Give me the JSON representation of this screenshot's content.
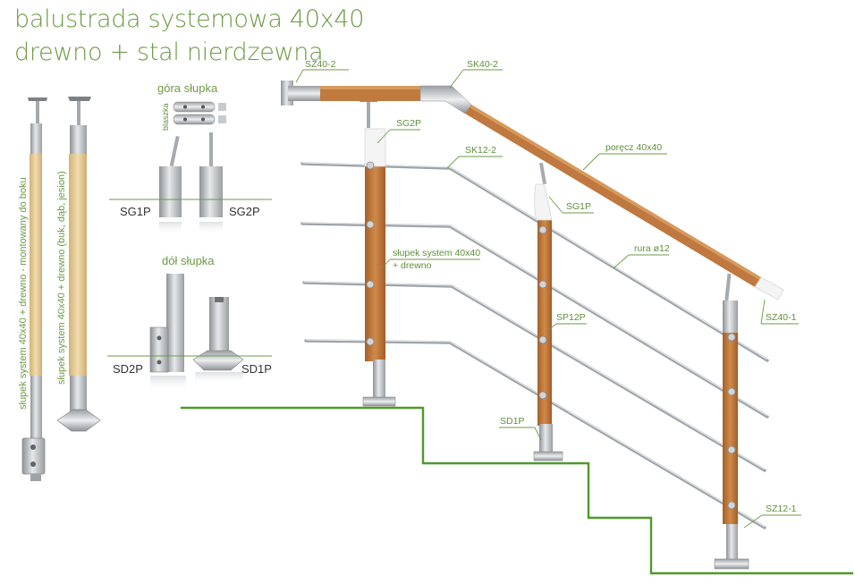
{
  "title": {
    "line1": "balustrada systemowa 40x40",
    "line2": "drewno + stal nierdzewna"
  },
  "left_posts": {
    "side_mount_label": "słupek system 40x40 + drewno - montowany do boku",
    "standard_label": "słupek system 40x40 + drewno (buk, dąb, jesion)"
  },
  "top_section": {
    "heading": "góra słupka",
    "plate_label": "blaszka",
    "parts": [
      "SG1P",
      "SG2P"
    ]
  },
  "bottom_section": {
    "heading": "dół słupka",
    "parts": [
      "SD2P",
      "SD1P"
    ]
  },
  "callouts": {
    "sz40_2": "SZ40-2",
    "sk40_2": "SK40-2",
    "sg2p": "SG2P",
    "sk12_2": "SK12-2",
    "handrail": "poręcz 40x40",
    "sg1p": "SG1P",
    "tube": "rura ø12",
    "post": "słupek system 40x40",
    "post_line2": "+ drewno",
    "sp12p": "SP12P",
    "sz40_1": "SZ40-1",
    "sd1p": "SD1P",
    "sz12_1": "SZ12-1"
  },
  "icons": [
    "wood-post-icon",
    "steel-fitting-icon",
    "rail-tube-icon",
    "stair-outline-icon"
  ],
  "colors": {
    "accent_green": "#6d9a45",
    "stair_line": "#4e9a2a",
    "wood": "#c07a3e",
    "light_wood": "#e3c893",
    "steel": "#b9bdc1"
  }
}
